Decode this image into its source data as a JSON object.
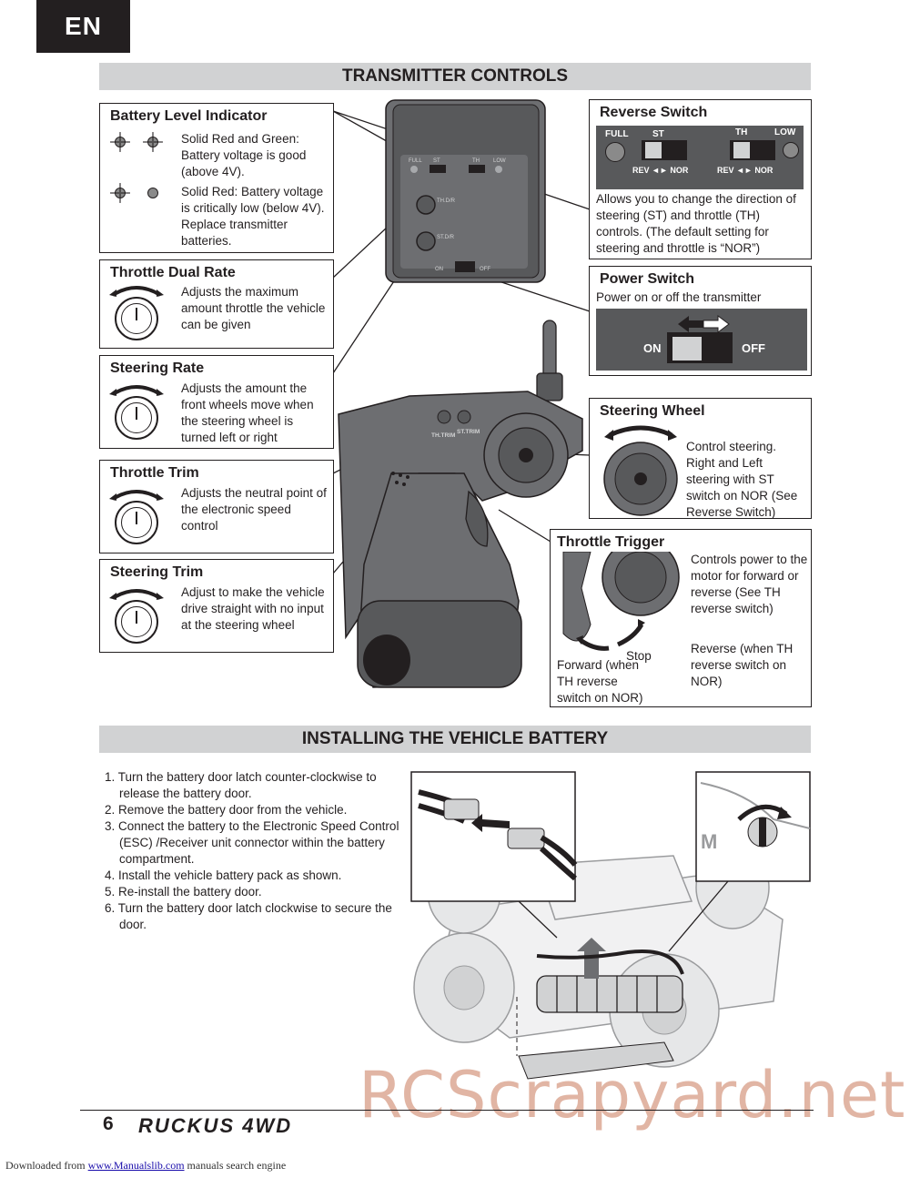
{
  "page": {
    "language_tab": "EN",
    "page_number": "6",
    "brand_logo_text": "RUCKUS 4WD",
    "watermark": "RCScrapyard.net",
    "footer": {
      "prefix": "Downloaded from",
      "link_text": "www.Manualslib.com",
      "suffix": "manuals search engine"
    }
  },
  "transmitter_controls": {
    "heading": "TRANSMITTER CONTROLS",
    "battery_level": {
      "title": "Battery Level Indicator",
      "good": "Solid Red and Green: Battery voltage is good (above 4V).",
      "low": "Solid Red: Battery voltage is critically low (below 4V). Replace transmitter batteries."
    },
    "throttle_dual_rate": {
      "title": "Throttle Dual Rate",
      "text": "Adjusts the maximum amount throttle the vehicle can be given"
    },
    "steering_rate": {
      "title": "Steering Rate",
      "text": "Adjusts the amount the front wheels move when the steering wheel is turned left or right"
    },
    "throttle_trim": {
      "title": "Throttle Trim",
      "text": "Adjusts the neutral point of the electronic speed control"
    },
    "steering_trim": {
      "title": "Steering Trim",
      "text": "Adjust to make the vehicle drive straight with no input at the steering wheel"
    },
    "reverse_switch": {
      "title": "Reverse Switch",
      "full": "FULL",
      "st": "ST",
      "th": "TH",
      "low": "LOW",
      "rev_nor_1": "REV ◄► NOR",
      "rev_nor_2": "REV ◄► NOR",
      "text": "Allows you to change the direction of steering (ST) and throttle (TH) controls. (The default setting for steering and throttle is “NOR”)"
    },
    "power_switch": {
      "title": "Power Switch",
      "text": "Power on or off the transmitter",
      "on": "ON",
      "off": "OFF"
    },
    "steering_wheel": {
      "title": "Steering Wheel",
      "text": "Control steering. Right and Left steering with ST switch on NOR (See Reverse Switch)"
    },
    "throttle_trigger": {
      "title": "Throttle Trigger",
      "text": "Controls power to the motor for forward or reverse (See TH reverse switch)",
      "stop": "Stop",
      "forward": "Forward (when TH reverse switch on NOR)",
      "reverse": "Reverse (when TH reverse switch on NOR)"
    },
    "transmitter_labels": {
      "full": "FULL",
      "st": "ST",
      "th": "TH",
      "low": "LOW",
      "th_dr": "TH.D/R",
      "st_dr": "ST.D/R",
      "on": "ON",
      "off": "OFF",
      "th_trim": "TH.TRIM",
      "st_trim": "ST.TRIM"
    }
  },
  "vehicle_battery": {
    "heading": "INSTALLING THE VEHICLE BATTERY",
    "steps": [
      "1. Turn the battery door latch counter-clockwise to release the battery door.",
      "2. Remove the battery door from the vehicle.",
      "3. Connect the battery to the Electronic Speed Control (ESC) /Receiver unit connector within the battery compartment.",
      "4. Install the vehicle battery pack as shown.",
      "5. Re-install the battery door.",
      "6. Turn the battery door latch clockwise to secure the door."
    ]
  }
}
